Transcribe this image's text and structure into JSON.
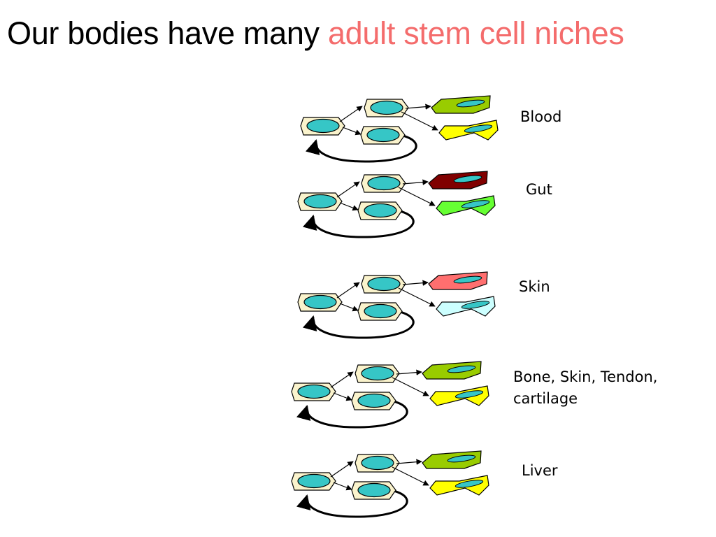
{
  "slide": {
    "title_plain": "Our bodies have many ",
    "title_highlight": "adult stem cell niches"
  },
  "colors": {
    "title_accent": "#f46c6c",
    "stem_cell_body": "#faf3cc",
    "nucleus": "#36c6c6",
    "outline": "#000000"
  },
  "niches": [
    {
      "label_lines": [
        "Blood"
      ],
      "cell_top_color": "#99cc00",
      "cell_bottom_color": "#ffff00"
    },
    {
      "label_lines": [
        "Gut"
      ],
      "cell_top_color": "#800000",
      "cell_bottom_color": "#66ff33"
    },
    {
      "label_lines": [
        "Skin"
      ],
      "cell_top_color": "#ff6f6f",
      "cell_bottom_color": "#ccffff"
    },
    {
      "label_lines": [
        "Bone, Skin, Tendon,",
        "cartilage"
      ],
      "cell_top_color": "#99cc00",
      "cell_bottom_color": "#ffff00"
    },
    {
      "label_lines": [
        "Liver"
      ],
      "cell_top_color": "#99cc00",
      "cell_bottom_color": "#ffff00"
    }
  ]
}
